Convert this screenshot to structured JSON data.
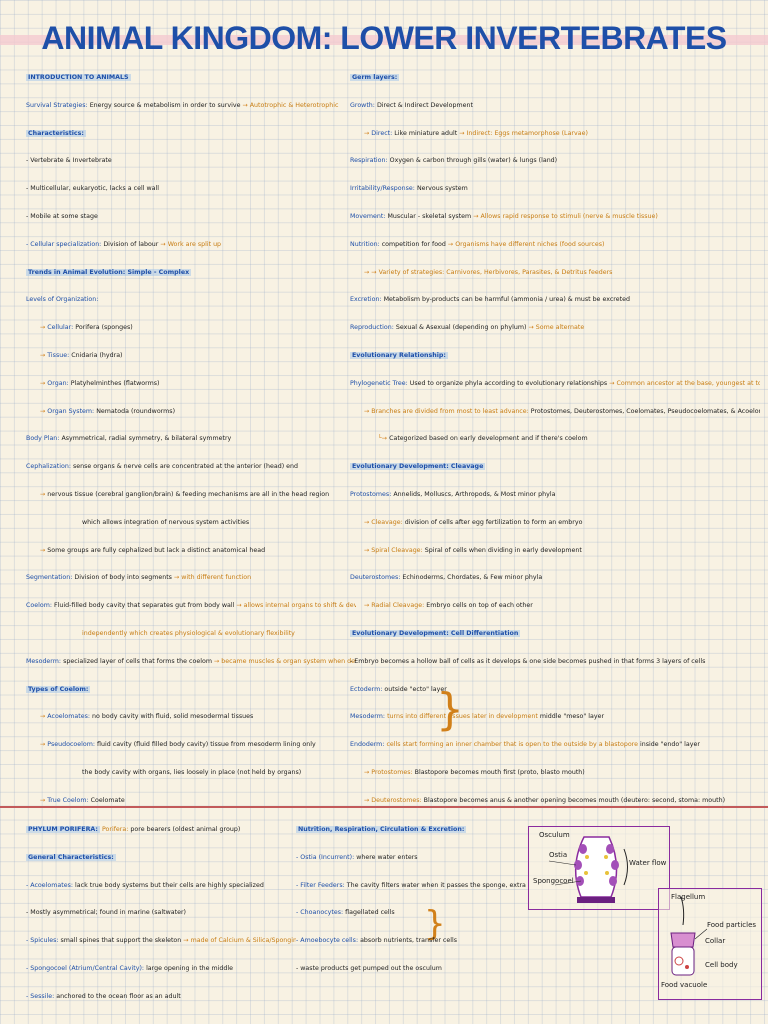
{
  "title": "ANIMAL KINGDOM: LOWER INVERTEBRATES",
  "left": [
    {
      "h": "INTRODUCTION TO ANIMALS"
    },
    {
      "k": "Survival Strategies:",
      "t": "Energy source & metabolism in order to survive",
      "a": "Autotrophic & Heterotrophic"
    },
    {
      "h": "Characteristics:"
    },
    {
      "t": "- Vertebrate & Invertebrate"
    },
    {
      "t": "- Multicellular, eukaryotic, lacks a cell wall"
    },
    {
      "t": "- Mobile at some stage"
    },
    {
      "k": "- Cellular specialization:",
      "t": "Division of labour",
      "a": "Work are split up"
    },
    {
      "h": "Trends in Animal Evolution: Simple - Complex"
    },
    {
      "k": "Levels of Organization:"
    },
    {
      "ind": "sub",
      "k": "Cellular:",
      "t": "Porifera (sponges)"
    },
    {
      "ind": "sub",
      "k": "Tissue:",
      "t": "Cnidaria (hydra)"
    },
    {
      "ind": "sub",
      "k": "Organ:",
      "t": "Platyhelminthes (flatworms)"
    },
    {
      "ind": "sub",
      "k": "Organ System:",
      "t": "Nematoda (roundworms)"
    },
    {
      "k": "Body Plan:",
      "t": "Asymmetrical, radial symmetry, & bilateral symmetry"
    },
    {
      "k": "Cephalization:",
      "t": "sense organs & nerve cells are concentrated at the anterior (head) end"
    },
    {
      "ind": "sub",
      "t": "nervous tissue (cerebral ganglion/brain) & feeding mechanisms are all in the head region"
    },
    {
      "ind": "ind",
      "t": "which allows integration of nervous system activities"
    },
    {
      "ind": "sub",
      "t": "Some groups are fully cephalized but lack a distinct anatomical head"
    },
    {
      "k": "Segmentation:",
      "t": "Division of body into segments",
      "a": "with different function"
    },
    {
      "k": "Coelom:",
      "t": "Fluid-filled body cavity that separates gut from body wall",
      "a": "allows internal organs to shift & develop"
    },
    {
      "ind": "ind",
      "o": "independently which creates physiological & evolutionary flexibility"
    },
    {
      "k": "Mesoderm:",
      "t": "specialized layer of cells that forms the coelom",
      "a": "became muscles & organ system when developed"
    },
    {
      "h": "Types of Coelom:"
    },
    {
      "ind": "sub",
      "k": "Acoelomates:",
      "t": "no body cavity with fluid, solid mesodermal tissues"
    },
    {
      "ind": "sub",
      "k": "Pseudocoelom:",
      "t": "fluid cavity (fluid filled body cavity) tissue from mesoderm lining only"
    },
    {
      "ind": "ind",
      "t": "the body cavity with organs, lies loosely in place (not held by organs)"
    },
    {
      "ind": "sub",
      "k": "True Coelom:",
      "t": "Coelomate"
    }
  ],
  "right": [
    {
      "h": "Germ layers:"
    },
    {
      "k": "Growth:",
      "t": "Direct & Indirect Development"
    },
    {
      "ind": "sub",
      "k": "Direct:",
      "t": "Like miniature adult",
      "a": "Indirect: Eggs metamorphose (Larvae)"
    },
    {
      "k": "Respiration:",
      "t": "Oxygen & carbon through gills (water) & lungs (land)"
    },
    {
      "k": "Irritability/Response:",
      "t": "Nervous system"
    },
    {
      "k": "Movement:",
      "t": "Muscular - skeletal system",
      "a": "Allows rapid response to stimuli (nerve & muscle tissue)"
    },
    {
      "k": "Nutrition:",
      "t": "competition for food",
      "a": "Organisms have different niches (food sources)"
    },
    {
      "ind": "sub",
      "a": "Variety of strategies: Carnivores, Herbivores, Parasites, & Detritus feeders"
    },
    {
      "k": "Excretion:",
      "t": "Metabolism by-products can be harmful (ammonia / urea) & must be excreted"
    },
    {
      "k": "Reproduction:",
      "t": "Sexual & Asexual (depending on phylum)",
      "a": "Some alternate"
    },
    {
      "h": "Evolutionary Relationship:"
    },
    {
      "k": "Phylogenetic Tree:",
      "t": "Used to organize phyla according to evolutionary relationships",
      "a": "Common ancestor at the base, youngest at top, & extinct at branches"
    },
    {
      "ind": "sub",
      "o": "Branches are divided from most to least advance:",
      "t": "Protostomes, Deuterostomes, Coelomates, Pseudocoelomates, & Acoelomates"
    },
    {
      "ind": "sub2",
      "t": "Categorized based on early development and if there's coelom"
    },
    {
      "h": "Evolutionary Development: Cleavage"
    },
    {
      "k": "Protostomes:",
      "t": "Annelids, Molluscs, Arthropods, & Most minor phyla"
    },
    {
      "ind": "sub",
      "o": "Cleavage:",
      "t": "division of cells after egg fertilization to form an embryo"
    },
    {
      "ind": "sub",
      "o": "Spiral Cleavage:",
      "t": "Spiral of cells when dividing in early development"
    },
    {
      "k": "Deuterostomes:",
      "t": "Echinoderms, Chordates, & Few minor phyla"
    },
    {
      "ind": "sub",
      "o": "Radial Cleavage:",
      "t": "Embryo cells on top of each other"
    },
    {
      "h": "Evolutionary Development: Cell Differentiation"
    },
    {
      "t": "- Embryo becomes a hollow ball of cells as it develops & one side becomes pushed in that forms 3 layers of cells"
    },
    {
      "k": "Ectoderm:",
      "t": "outside \"ecto\" layer"
    },
    {
      "k": "Mesoderm:",
      "t": "middle \"meso\" layer",
      "o": "turns into different tissues later in development"
    },
    {
      "k": "Endoderm:",
      "t": "inside \"endo\" layer",
      "o": "cells start forming an inner chamber that is open to the outside by a blastopore"
    },
    {
      "ind": "sub",
      "o": "Protostomes:",
      "t": "Blastopore becomes mouth first (proto, blasto mouth)"
    },
    {
      "ind": "sub",
      "o": "Deuterostomes:",
      "t": "Blastopore becomes anus & another opening becomes mouth (deutero: second, stoma: mouth)"
    }
  ],
  "bottom_left": [
    {
      "h": "PHYLUM PORIFERA:",
      "o": "Porifera:",
      "t": "pore bearers (oldest animal group)"
    },
    {
      "h": "General Characteristics:"
    },
    {
      "k": "- Acoelomates:",
      "t": "lack true body systems but their cells are highly specialized"
    },
    {
      "t": "- Mostly asymmetrical; found in marine (saltwater)"
    },
    {
      "k": "- Spicules:",
      "t": "small spines that support the skeleton",
      "a": "made of Calcium & Silica/Spongin (protein)"
    },
    {
      "k": "- Spongocoel (Atrium/Central Cavity):",
      "t": "large opening in the middle"
    },
    {
      "k": "- Sessile:",
      "t": "anchored to the ocean floor as an adult"
    }
  ],
  "bottom_mid": [
    {
      "h": "Nutrition, Respiration, Circulation & Excretion:"
    },
    {
      "k": "- Ostia (Incurrent):",
      "t": "where water enters"
    },
    {
      "k": "- Filter Feeders:",
      "t": "The cavity filters water when it passes the sponge, extracting oxygen & food"
    },
    {
      "k": "- Choanocytes:",
      "t": "flagellated cells"
    },
    {
      "k": "- Amoebocyte cells:",
      "t": "absorb nutrients, transfer cells"
    },
    {
      "t": "- waste products get pumped out the osculum"
    }
  ],
  "diagram1": {
    "osculum": "Osculum",
    "ostia": "Ostia",
    "spongocoel": "Spongocoel",
    "flow": "Water flow"
  },
  "diagram2": {
    "flagellum": "Flagellum",
    "food_particles": "Food particles",
    "collar": "Collar",
    "cell_body": "Cell body",
    "food_vacuole": "Food vacuole"
  },
  "colors": {
    "blue": "#1e4fa8",
    "orange": "#c77d14",
    "highlight": "#96bee8",
    "divider": "#c25a5a",
    "frame": "#8a2b9e"
  }
}
